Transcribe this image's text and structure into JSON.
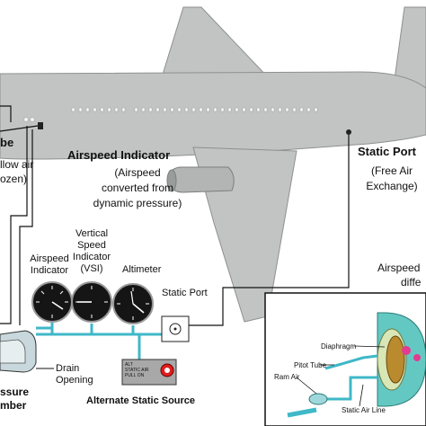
{
  "labels": {
    "pitot_tube_partial": "be",
    "pitot_note_line1": "llow air",
    "pitot_note_line2": "ozen)",
    "airspeed_indicator_title": "Airspeed Indicator",
    "airspeed_indicator_note_1": "(Airspeed",
    "airspeed_indicator_note_2": "converted  from",
    "airspeed_indicator_note_3": "dynamic pressure)",
    "static_port_title": "Static Port",
    "static_port_note_1": "(Free Air",
    "static_port_note_2": "Exchange)",
    "instr_airspeed_1": "Airspeed",
    "instr_airspeed_2": "Indicator",
    "instr_vsi_1": "Vertical",
    "instr_vsi_2": "Speed",
    "instr_vsi_3": "Indicator",
    "instr_vsi_4": "(VSI)",
    "instr_altimeter": "Altimeter",
    "instr_static_port": "Static Port",
    "drain_opening_1": "Drain",
    "drain_opening_2": "Opening",
    "pressure_chamber_1": "ssure",
    "pressure_chamber_2": "mber",
    "alt_source_caption": "Alternate Static Source",
    "alt_panel_1": "ALT",
    "alt_panel_2": "STATIC AIR",
    "alt_panel_3": "PULL ON",
    "inset_title_1": "Airspeed",
    "inset_title_2": "diffe",
    "inset_diaphragm": "Diaphragm",
    "inset_pitot_tube": "Pitot Tube",
    "inset_ram_air": "Ram Air",
    "inset_static_air_line": "Static Air Line"
  },
  "colors": {
    "fuselage": "#c2c4c4",
    "fuselage_outline": "#8e9090",
    "pitot_line": "#3fb8c8",
    "gauge_face": "#151515"
  }
}
